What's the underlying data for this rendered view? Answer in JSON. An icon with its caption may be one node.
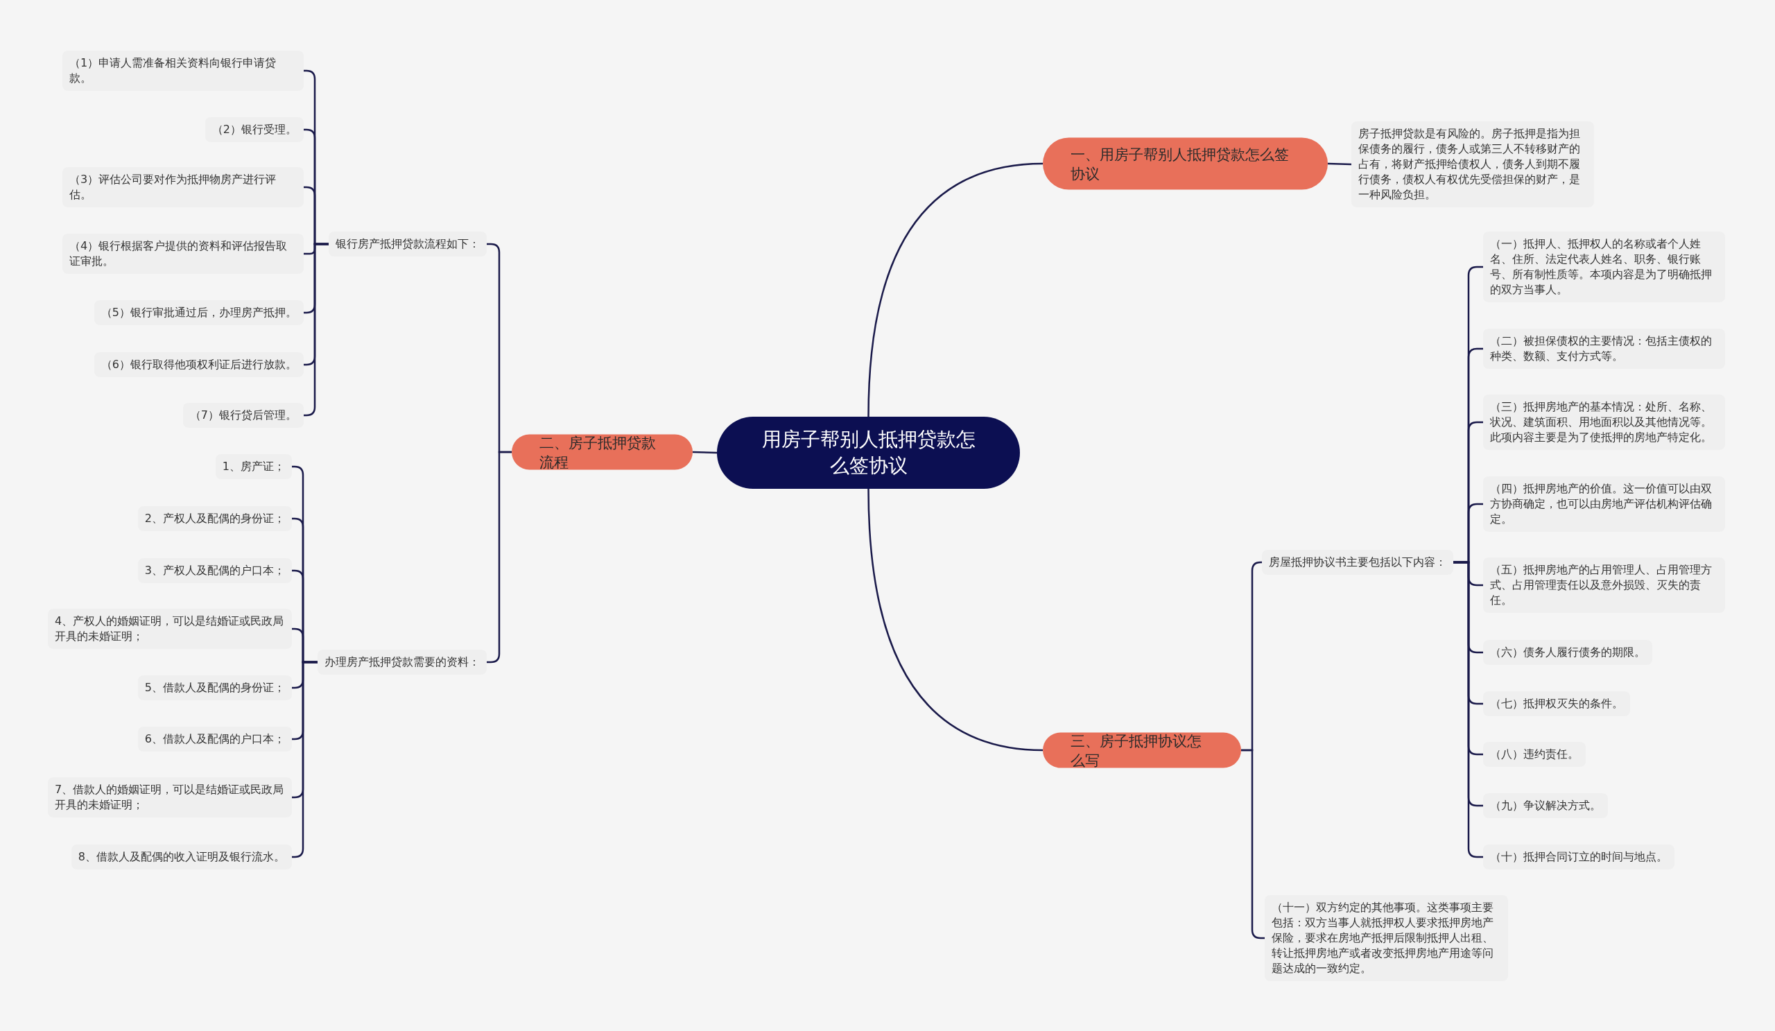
{
  "diagram": {
    "nodes": [
      {
        "text": [
          "用房子帮别人抵押贷款怎么签协议"
        ]
      },
      {
        "text": [
          "一、用房子帮别人抵押贷款怎么签协议"
        ]
      },
      {
        "text": [
          "房子抵押贷款是有风险的。房子抵押是指为担保债务的履行，债务人或第三人不转移财产的占有，将财产抵押给债权人，债务人到期不履行债务，债权人有权优先受偿担保的财产，是一种风险负担。"
        ]
      },
      {
        "text": [
          "二、房子抵押贷款流程"
        ]
      },
      {
        "text": [
          "银行房产抵押贷款流程如下："
        ]
      },
      {
        "text": [
          "（1）申请人需准备相关资料向银行申请贷款。"
        ]
      },
      {
        "text": [
          "（2）银行受理。"
        ]
      },
      {
        "text": [
          "（3）评估公司要对作为抵押物房产进行评估。"
        ]
      },
      {
        "text": [
          "（4）银行根据客户提供的资料和评估报告取证审批。"
        ]
      },
      {
        "text": [
          "（5）银行审批通过后，办理房产抵押。"
        ]
      },
      {
        "text": [
          "（6）银行取得他项权利证后进行放款。"
        ]
      },
      {
        "text": [
          "（7）银行贷后管理。"
        ]
      },
      {
        "text": [
          "办理房产抵押贷款需要的资料："
        ]
      },
      {
        "text": [
          "1、房产证；"
        ]
      },
      {
        "text": [
          "2、产权人及配偶的身份证；"
        ]
      },
      {
        "text": [
          "3、产权人及配偶的户口本；"
        ]
      },
      {
        "text": [
          "4、产权人的婚姻证明，可以是结婚证或民政局开具的未婚证明；"
        ]
      },
      {
        "text": [
          "5、借款人及配偶的身份证；"
        ]
      },
      {
        "text": [
          "6、借款人及配偶的户口本；"
        ]
      },
      {
        "text": [
          "7、借款人的婚姻证明，可以是结婚证或民政局开具的未婚证明；"
        ]
      },
      {
        "text": [
          "8、借款人及配偶的收入证明及银行流水。"
        ]
      },
      {
        "text": [
          "三、房子抵押协议怎么写"
        ]
      },
      {
        "text": [
          "房屋抵押协议书主要包括以下内容："
        ]
      },
      {
        "text": [
          "（一）抵押人、抵押权人的名称或者个人姓名、住所、法定代表人姓名、职务、银行账号、所有制性质等。本项内容是为了明确抵押的双方当事人。"
        ]
      },
      {
        "text": [
          "（二）被担保债权的主要情况：包括主债权的种类、数额、支付方式等。"
        ]
      },
      {
        "text": [
          "（三）抵押房地产的基本情况：处所、名称、状况、建筑面积、用地面积以及其他情况等。此项内容主要是为了使抵押的房地产特定化。"
        ]
      },
      {
        "text": [
          "（四）抵押房地产的价值。这一价值可以由双方协商确定，也可以由房地产评估机构评估确定。"
        ]
      },
      {
        "text": [
          "（五）抵押房地产的占用管理人、占用管理方式、占用管理责任以及意外损毁、灭失的责任。"
        ]
      },
      {
        "text": [
          "（六）债务人履行债务的期限。"
        ]
      },
      {
        "text": [
          "（七）抵押权灭失的条件。"
        ]
      },
      {
        "text": [
          "（八）违约责任。"
        ]
      },
      {
        "text": [
          "（九）争议解决方式。"
        ]
      },
      {
        "text": [
          "（十）抵押合同订立的时间与地点。"
        ]
      },
      {
        "text": [
          "（十一）双方约定的其他事项。这类事项主要包括：双方当事人就抵押权人要求抵押房地产保险，要求在房地产抵押后限制抵押人出租、转让抵押房地产或者改变抵押房地产用途等问题达成的一致约定。"
        ]
      }
    ],
    "edges": [
      {
        "from": 0,
        "to": 1,
        "arrow": "none"
      },
      {
        "from": 1,
        "to": 2,
        "arrow": "none"
      },
      {
        "from": 0,
        "to": 3,
        "arrow": "none"
      },
      {
        "from": 3,
        "to": 4,
        "arrow": "none"
      },
      {
        "from": 4,
        "to": 5,
        "arrow": "none"
      },
      {
        "from": 4,
        "to": 6,
        "arrow": "none"
      },
      {
        "from": 4,
        "to": 7,
        "arrow": "none"
      },
      {
        "from": 4,
        "to": 8,
        "arrow": "none"
      },
      {
        "from": 4,
        "to": 9,
        "arrow": "none"
      },
      {
        "from": 4,
        "to": 10,
        "arrow": "none"
      },
      {
        "from": 4,
        "to": 11,
        "arrow": "none"
      },
      {
        "from": 3,
        "to": 12,
        "arrow": "none"
      },
      {
        "from": 12,
        "to": 13,
        "arrow": "none"
      },
      {
        "from": 12,
        "to": 14,
        "arrow": "none"
      },
      {
        "from": 12,
        "to": 15,
        "arrow": "none"
      },
      {
        "from": 12,
        "to": 16,
        "arrow": "none"
      },
      {
        "from": 12,
        "to": 17,
        "arrow": "none"
      },
      {
        "from": 12,
        "to": 18,
        "arrow": "none"
      },
      {
        "from": 12,
        "to": 19,
        "arrow": "none"
      },
      {
        "from": 12,
        "to": 20,
        "arrow": "none"
      },
      {
        "from": 0,
        "to": 21,
        "arrow": "none"
      },
      {
        "from": 21,
        "to": 22,
        "arrow": "none"
      },
      {
        "from": 22,
        "to": 23,
        "arrow": "none"
      },
      {
        "from": 22,
        "to": 24,
        "arrow": "none"
      },
      {
        "from": 22,
        "to": 25,
        "arrow": "none"
      },
      {
        "from": 22,
        "to": 26,
        "arrow": "none"
      },
      {
        "from": 22,
        "to": 27,
        "arrow": "none"
      },
      {
        "from": 22,
        "to": 28,
        "arrow": "none"
      },
      {
        "from": 22,
        "to": 29,
        "arrow": "none"
      },
      {
        "from": 22,
        "to": 30,
        "arrow": "none"
      },
      {
        "from": 22,
        "to": 31,
        "arrow": "none"
      },
      {
        "from": 22,
        "to": 32,
        "arrow": "none"
      },
      {
        "from": 21,
        "to": 33,
        "arrow": "none"
      }
    ]
  }
}
